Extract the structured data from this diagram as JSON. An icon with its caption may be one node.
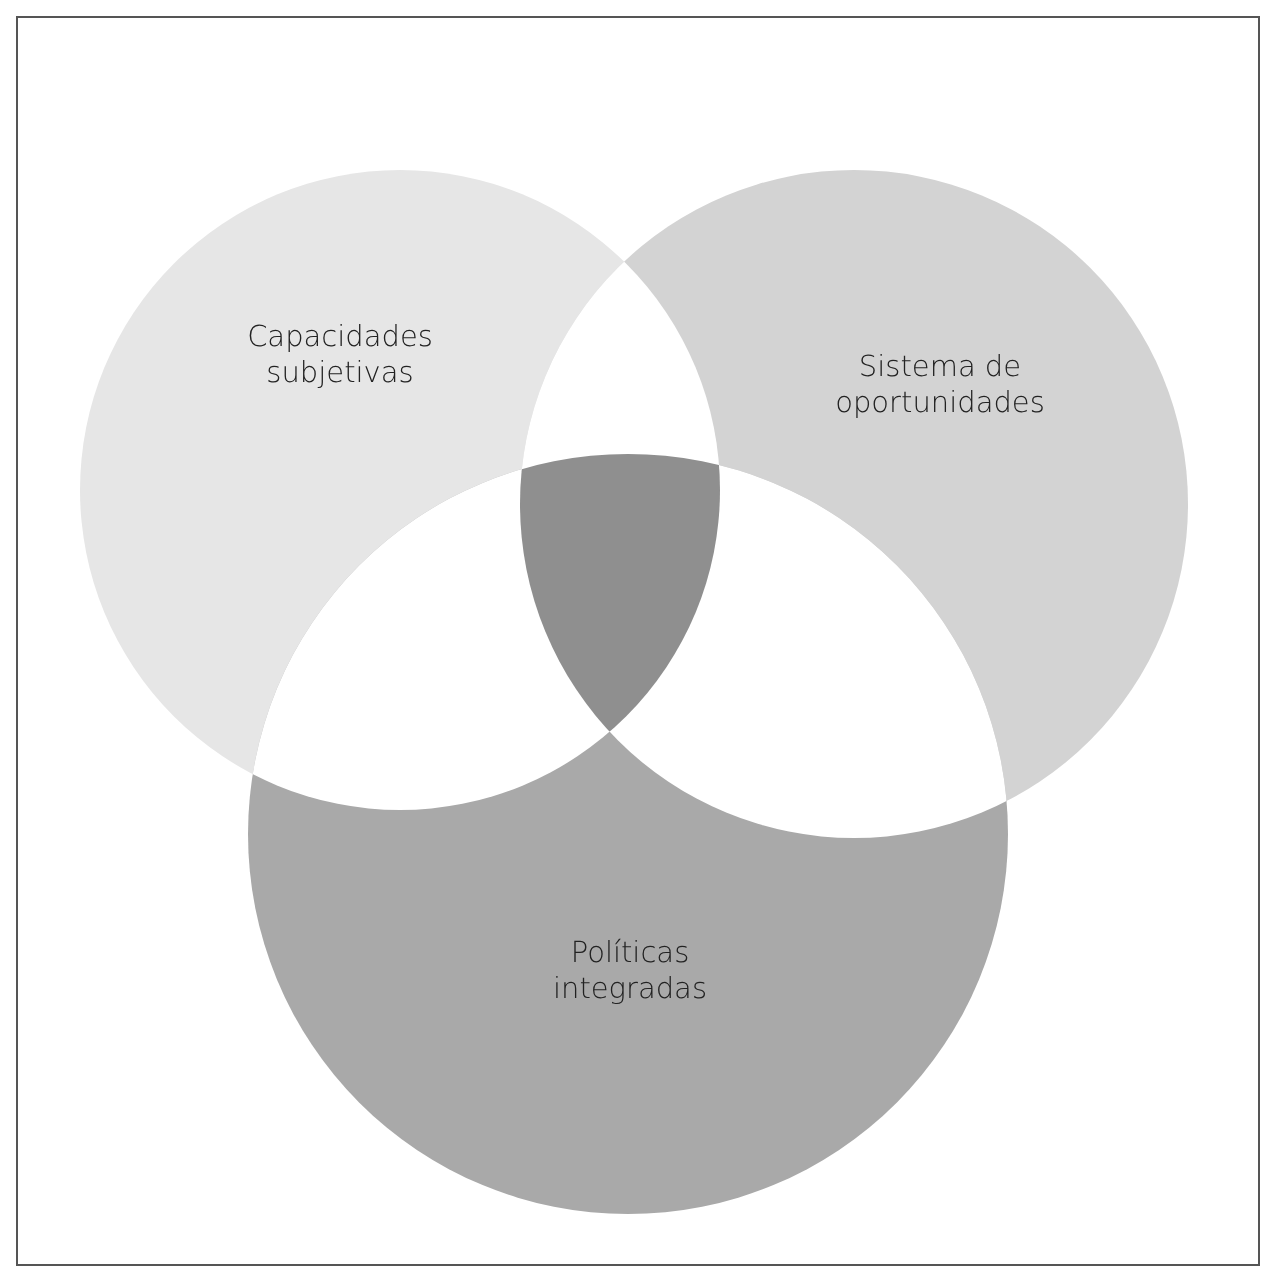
{
  "diagram": {
    "nodes": [
      {
        "text": [
          "Capacidades subjetivas"
        ]
      },
      {
        "text": [
          "Sistema de oportunidades"
        ]
      },
      {
        "text": [
          "Políticas integradas"
        ]
      }
    ]
  }
}
